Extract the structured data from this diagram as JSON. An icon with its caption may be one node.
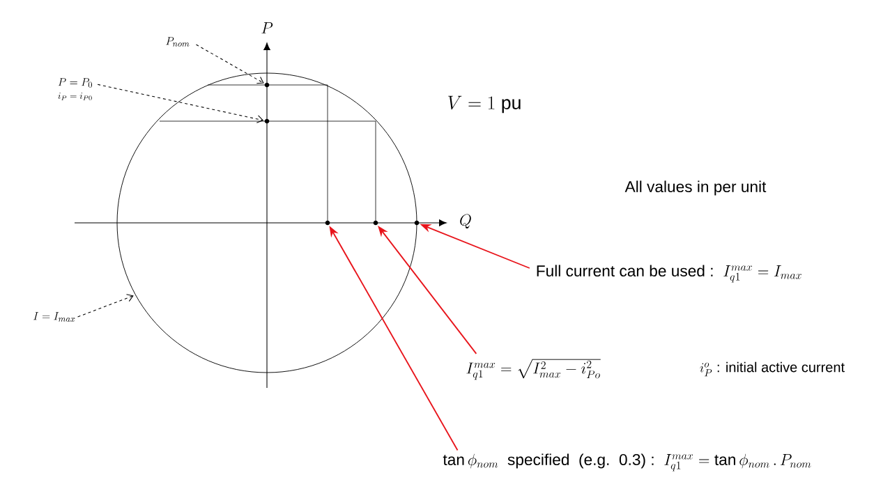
{
  "diagram": {
    "nodes": [
      {
        "text": [
          "P_{nom}"
        ]
      },
      {
        "text": [
          "P = P_0",
          "i_P = i_{P0}"
        ]
      },
      {
        "text": [
          "I = I_{max}"
        ]
      },
      {
        "text": [],
        "shape": "circle"
      },
      {
        "text": [],
        "shape": "circle"
      },
      {
        "text": [],
        "shape": "circle"
      },
      {
        "text": [],
        "shape": "circle"
      },
      {
        "text": [],
        "shape": "circle"
      },
      {
        "text": [
          "\\tan\\phi_{nom}\\ \\ \\text{specified\\ \\ (e.g.\\ \\ 0.3) :}\\ \\ I_{q1}^{max} = \\tan\\phi_{nom}\\,.\\,P_{nom}"
        ]
      },
      {
        "text": [
          "\\text{Full current can be used :}\\ \\ I_{q1}^{max} = I_{max}"
        ]
      },
      {
        "text": [
          "I_{q1}^{max} = \\sqrt{I_{max}^2 - i_{Po}^2}"
        ]
      }
    ],
    "edges": [
      {
        "from": 0,
        "to": 3,
        "arrow": "to",
        "style": "dashed",
        "color": "#000000"
      },
      {
        "from": 1,
        "to": 4,
        "arrow": "to",
        "style": "dashed",
        "color": "#000000"
      },
      {
        "from": 2,
        "to": null,
        "arrow": "to",
        "style": "dashed",
        "color": "#000000"
      },
      {
        "from": 8,
        "to": 5,
        "arrow": "to",
        "color": "#e8141b"
      },
      {
        "from": 10,
        "to": 6,
        "arrow": "to",
        "color": "#e8141b"
      },
      {
        "from": 9,
        "to": 7,
        "arrow": "to",
        "color": "#e8141b"
      }
    ],
    "labels": [
      "P",
      "Q",
      "V = 1\\ \\mathrm{pu}",
      "\\text{All values in per unit}",
      "i_P^o\\ \\text{: initial active current}"
    ]
  }
}
